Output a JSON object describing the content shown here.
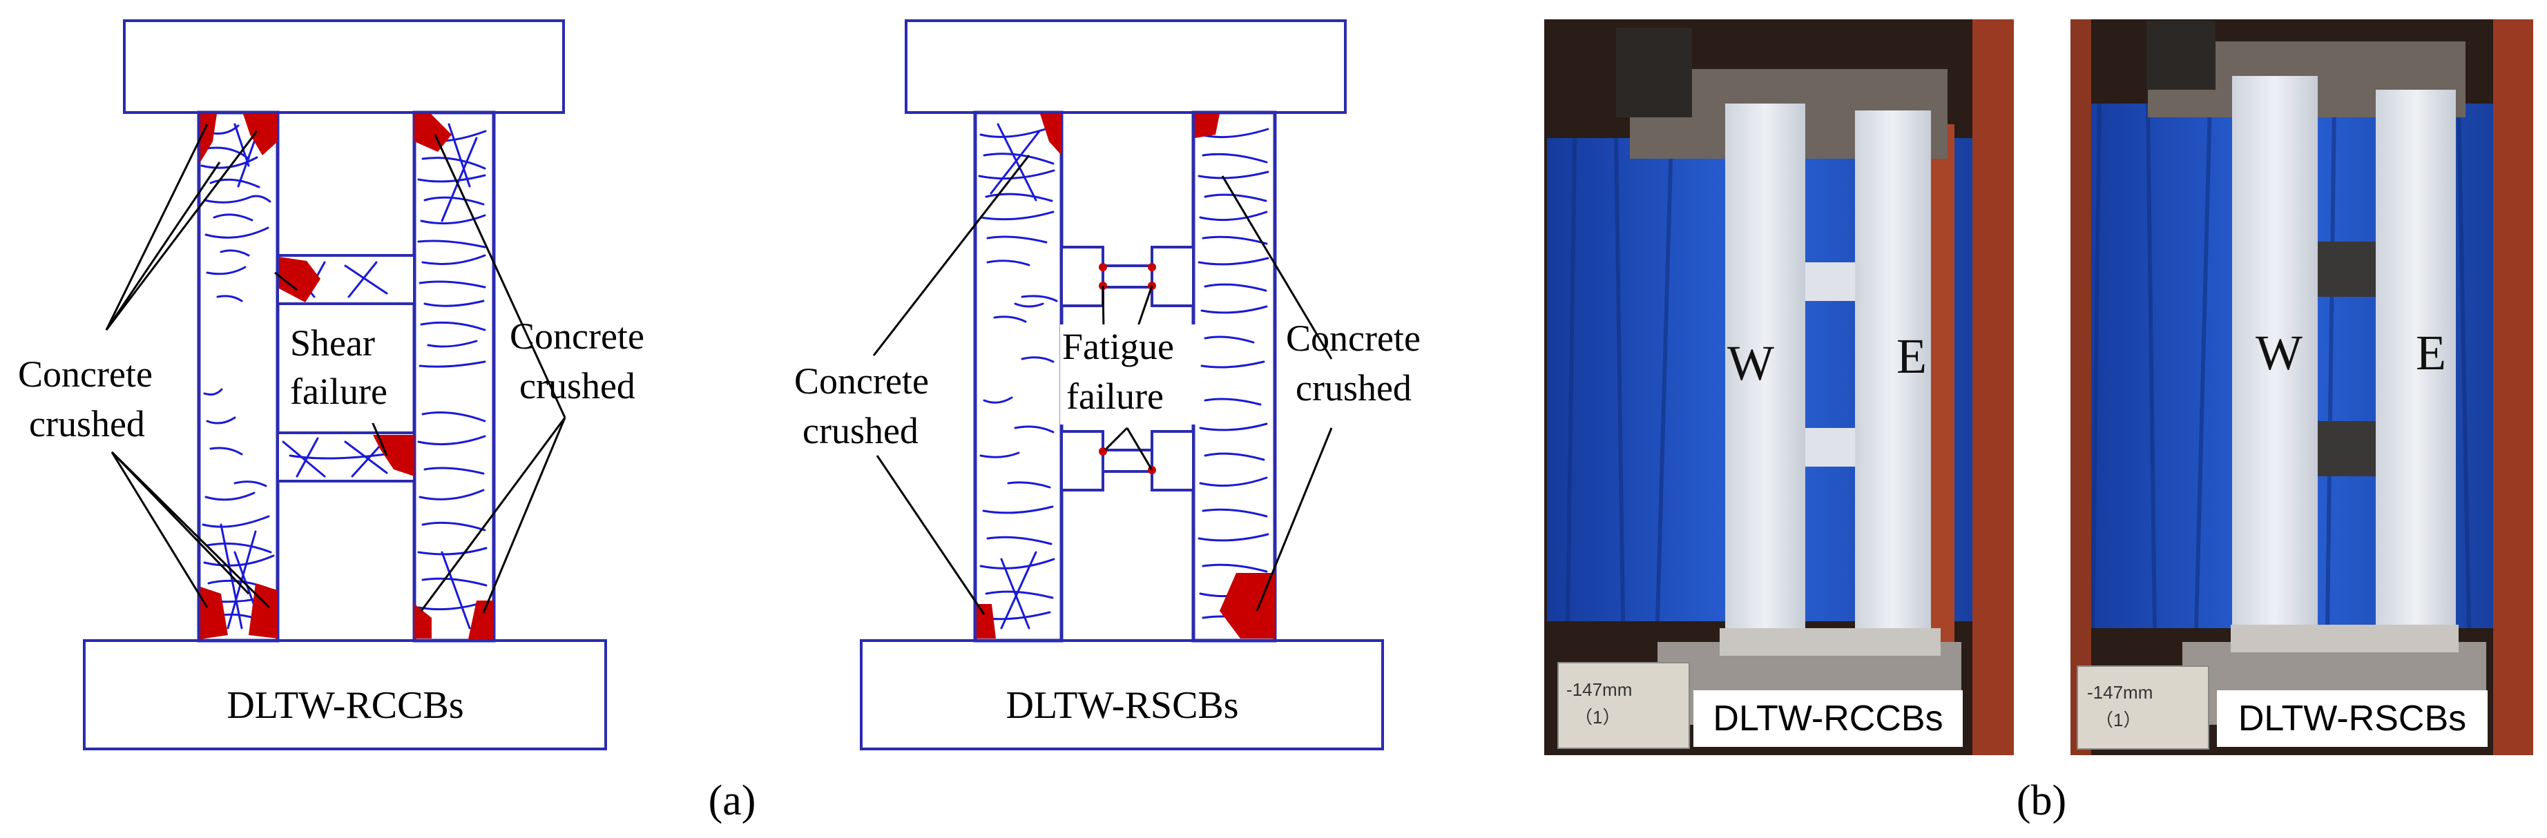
{
  "panel_a": {
    "left_specimen": {
      "name": "DLTW-RCCBs",
      "label_left_1": "Concrete",
      "label_left_2": "crushed",
      "label_center_1": "Shear",
      "label_center_2": "failure",
      "label_right_1": "Concrete",
      "label_right_2": "crushed"
    },
    "right_specimen": {
      "name": "DLTW-RSCBs",
      "label_left_1": "Concrete",
      "label_left_2": "crushed",
      "label_center_1": "Fatigue",
      "label_center_2": "failure",
      "label_right_1": "Concrete",
      "label_right_2": "crushed"
    },
    "caption": "(a)"
  },
  "panel_b": {
    "photo_left": {
      "west": "W",
      "east": "E",
      "name": "DLTW-RCCBs",
      "tag_1": "-147mm",
      "tag_2": "（1）"
    },
    "photo_right": {
      "west": "W",
      "east": "E",
      "name": "DLTW-RSCBs",
      "tag_1": "-147mm",
      "tag_2": "（1）"
    },
    "caption": "(b)"
  },
  "colors": {
    "outline": "#2b2bb0",
    "crack": "#1a1ad6",
    "crush": "#c80000",
    "backdrop": "#1e4fc4",
    "frame": "#b5452a"
  }
}
